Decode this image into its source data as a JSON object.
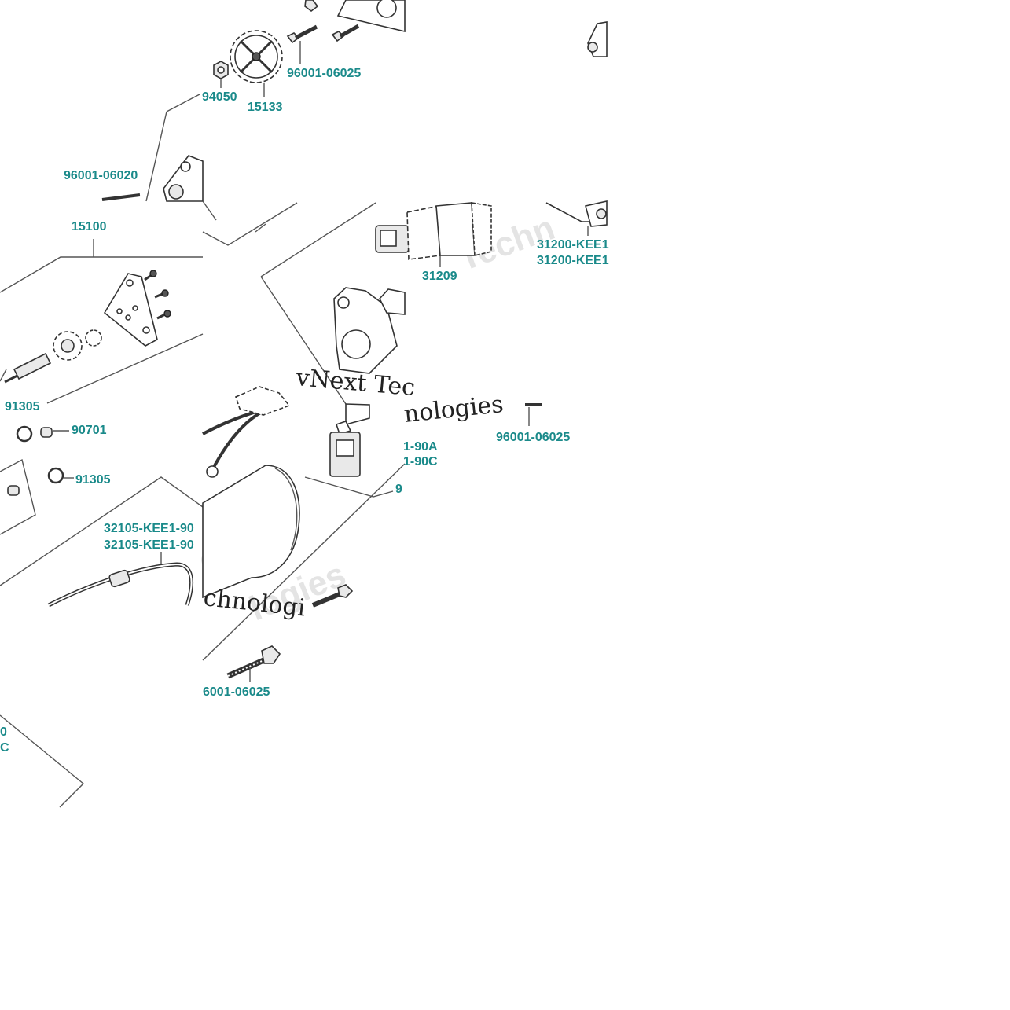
{
  "colors": {
    "label": "#1a8a8a",
    "leader": "#555555",
    "background": "#ffffff",
    "watermark": "#e2e2e2",
    "watermark_dark": "#222222"
  },
  "labels": {
    "p94050": "94050",
    "p15133": "15133",
    "p96001_06025_top": "96001-06025",
    "p96001_06020": "96001-06020",
    "p15100": "15100",
    "p31209": "31209",
    "p31200_a": "31200-KEE1",
    "p31200_b": "31200-KEE1",
    "p96001_06025_mid": "96001-06025",
    "p91305_a": "91305",
    "p90701": "90701",
    "p91305_b": "91305",
    "p1_90A": "1-90A",
    "p1_90C": "1-90C",
    "p9": "9",
    "p32105_a": "32105-KEE1-90",
    "p32105_b": "32105-KEE1-90",
    "p96001_06025_bot": "6001-06025",
    "p0": "0",
    "pC": "C"
  },
  "watermarks": {
    "w1": "vNext Tec",
    "w2": "nologies",
    "w3": "Techn",
    "w4": "chnologi",
    "w5": "ext",
    "w6": "logies"
  }
}
